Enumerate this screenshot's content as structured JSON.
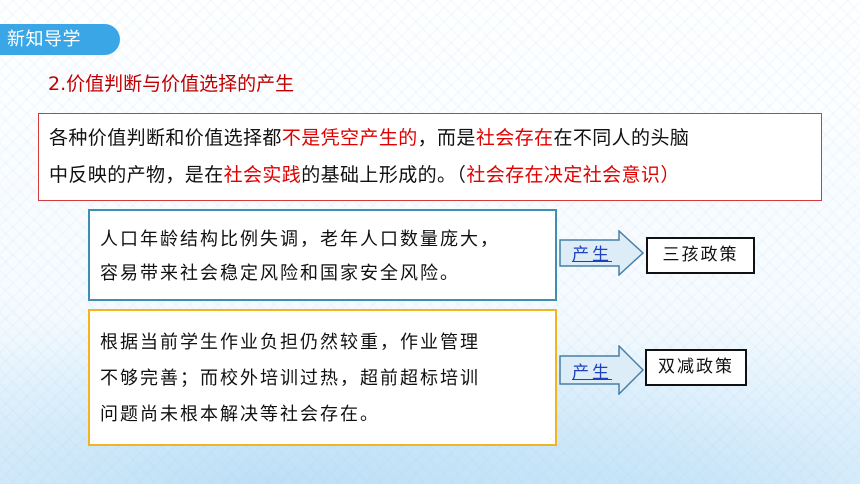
{
  "header": {
    "tag_label": "新知导学"
  },
  "section": {
    "subtitle": "2.价值判断与价值选择的产生"
  },
  "principle": {
    "line1": {
      "p1": "各种价值判断和价值选择都",
      "p2": "不是凭空产生的",
      "p3": "，而是",
      "p4": "社会存在",
      "p5": "在不同人的头脑"
    },
    "line2": {
      "p1": "中反映的产物，是在",
      "p2": "社会实践",
      "p3": "的基础上形成的。（",
      "p4": "社会存在决定社会意识",
      "p5": "）"
    }
  },
  "examples": [
    {
      "lines": [
        "人口年龄结构比例失调，老年人口数量庞大，",
        "容易带来社会稳定风险和国家安全风险。"
      ],
      "arrow_label": "产生",
      "policy": "三孩政策"
    },
    {
      "lines": [
        "根据当前学生作业负担仍然较重，作业管理",
        "不够完善；而校外培训过热，超前超标培训",
        "问题尚未根本解决等社会存在。"
      ],
      "arrow_label": "产生",
      "policy": "双减政策"
    }
  ],
  "colors": {
    "tag_bg": "#3aa6e6",
    "highlight_red": "#e00000",
    "blue_border": "#3e8fb1",
    "orange_border": "#f2b51d",
    "arrow_fill": "#dcedf8",
    "arrow_label": "#1f3fbf"
  }
}
